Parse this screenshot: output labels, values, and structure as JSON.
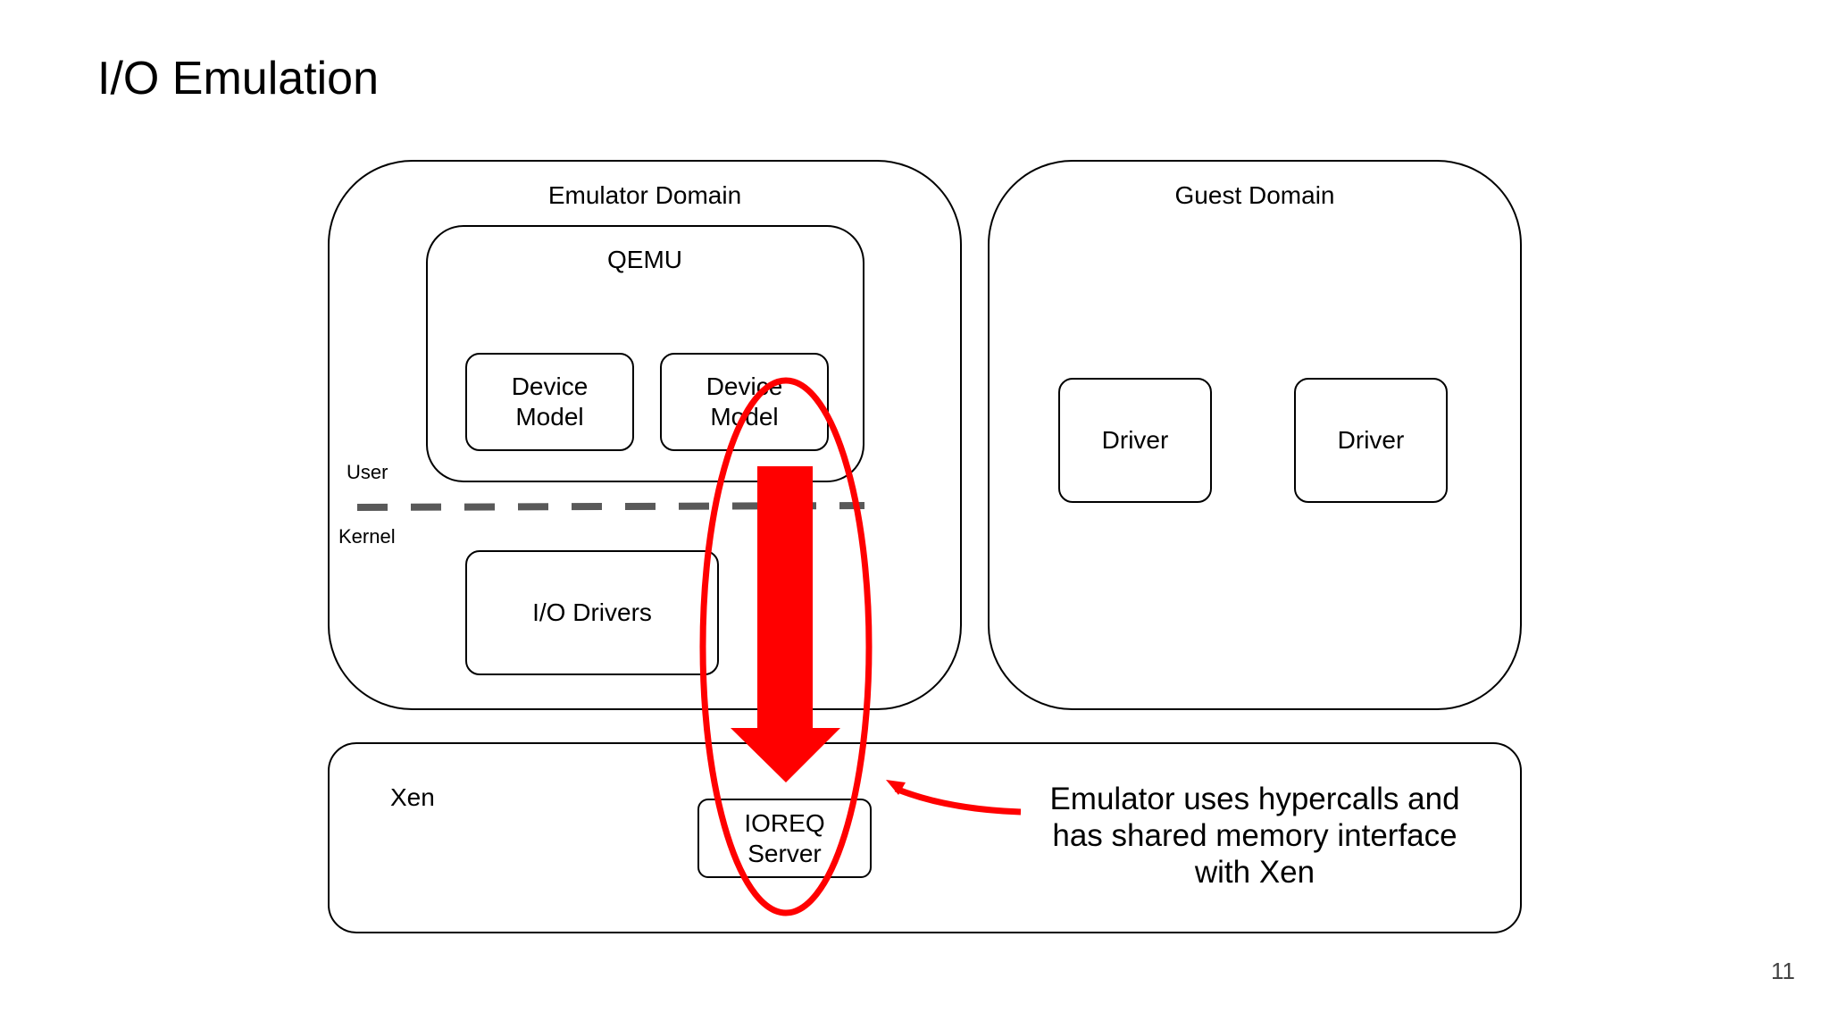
{
  "slide": {
    "title": "I/O Emulation",
    "page_number": "11"
  },
  "emulator_domain": {
    "label": "Emulator Domain",
    "qemu": {
      "label": "QEMU",
      "device_models": [
        "Device\nModel",
        "Device\nModel"
      ]
    },
    "user_label": "User",
    "kernel_label": "Kernel",
    "io_drivers": "I/O Drivers"
  },
  "guest_domain": {
    "label": "Guest Domain",
    "drivers": [
      "Driver",
      "Driver"
    ]
  },
  "xen": {
    "label": "Xen",
    "ioreq_server": "IOREQ\nServer"
  },
  "annotation": {
    "text": "Emulator uses hypercalls and\nhas shared memory interface\nwith Xen",
    "highlight_color": "#ff0000",
    "divider_color": "#595959"
  }
}
